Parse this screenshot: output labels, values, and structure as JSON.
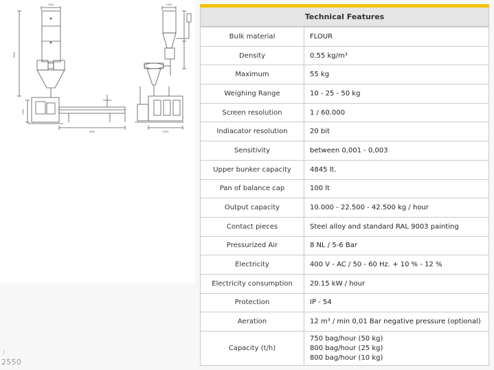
{
  "drawing": {
    "dim_front_width": "1500",
    "dim_front_height": "5625",
    "dim_base_height": "1000",
    "dim_conveyor_length": "4000",
    "dim_side_width_top": "1000",
    "dim_side_width_bottom": "1500"
  },
  "corner_label": "2550",
  "corner_mark": "⁝",
  "accent_color": "#f2c300",
  "table": {
    "header": "Technical Features",
    "rows": [
      {
        "label": "Bulk material",
        "value": "FLOUR"
      },
      {
        "label": "Density",
        "value": "0.55 kg/m³"
      },
      {
        "label": "Maximum",
        "value": "55 kg"
      },
      {
        "label": "Weighing Range",
        "value": "10 - 25 - 50 kg"
      },
      {
        "label": "Screen resolution",
        "value": "1 / 60.000"
      },
      {
        "label": "Indiacator resolution",
        "value": "20 bit"
      },
      {
        "label": "Sensitivity",
        "value": "between  0,001 - 0,003"
      },
      {
        "label": "Upper bunker capacity",
        "value": "4845 lt."
      },
      {
        "label": "Pan of balance cap",
        "value": "100 lt"
      },
      {
        "label": "Output capacity",
        "value": "10.000 - 22.500 - 42.500 kg / hour"
      },
      {
        "label": "Contact pieces",
        "value": "Steel alloy and standard RAL 9003 painting"
      },
      {
        "label": "Pressurized Air",
        "value": "8 NL / 5-6 Bar"
      },
      {
        "label": "Electricity",
        "value": "400 V - AC / 50 - 60 Hz. + 10 % - 12 %"
      },
      {
        "label": "Electricity consumption",
        "value": "20.15 kW / hour"
      },
      {
        "label": "Protection",
        "value": "IP - 54"
      },
      {
        "label": "Aeration",
        "value": "12 m³ / min 0,01 Bar negative pressure (optional)"
      }
    ],
    "capacity": {
      "label": "Capacity (t/h)",
      "values": [
        "750 bag/hour (50 kg)",
        "800 bag/hour (25 kg)",
        "800 bag/hour (10 kg)"
      ]
    }
  }
}
